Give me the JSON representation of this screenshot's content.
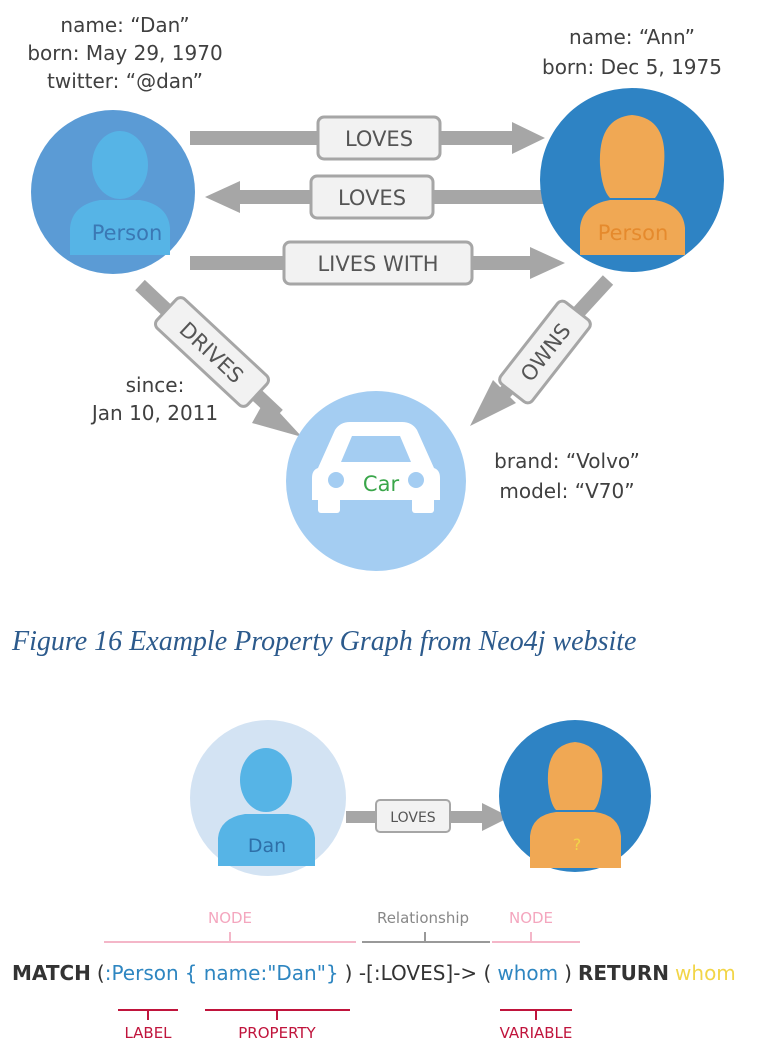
{
  "graph": {
    "dan": {
      "label": "Person",
      "props": [
        "name: “Dan”",
        "born: May 29, 1970",
        "twitter: “@dan”"
      ]
    },
    "ann": {
      "label": "Person",
      "props": [
        "name: “Ann”",
        "born:  Dec 5, 1975"
      ]
    },
    "car": {
      "label": "Car",
      "props": [
        "brand: “Volvo”",
        "model: “V70”"
      ]
    },
    "edges": {
      "loves1": "LOVES",
      "loves2": "LOVES",
      "lives_with": "LIVES WITH",
      "drives": "DRIVES",
      "owns": "OWNS"
    },
    "drives_props": [
      "since:",
      "Jan 10, 2011"
    ]
  },
  "caption": "Figure 16 Example Property Graph from Neo4j website",
  "query_diagram": {
    "dan_label": "Dan",
    "whom_label": "?",
    "edge_label": "LOVES",
    "bracket_node_1": "NODE",
    "bracket_relationship": "Relationship",
    "bracket_node_2": "NODE",
    "query": {
      "match": "MATCH",
      "part1": "(",
      "label_part": ":Person",
      "property_part": "{ name:\"Dan\"}",
      "part2": ") -[:LOVES]-> (",
      "variable": "whom",
      "part3": ")",
      "return_kw": "RETURN",
      "return_var": "whom"
    },
    "label_tag": "LABEL",
    "property_tag": "PROPERTY",
    "variable_tag": "VARIABLE"
  },
  "colors": {
    "dan_circle": "#5b9bd5",
    "dan_person": "#56b4e6",
    "ann_circle": "#2e83c4",
    "ann_person": "#f0a854",
    "car_circle": "#a4cdf2",
    "arrow": "#a6a6a6",
    "label_box_fill": "#f2f2f2",
    "bracket_pink": "#f4b6c8",
    "tag_red": "#c0143c",
    "caption": "#2c5a8c",
    "query_blue": "#2e86c1",
    "query_yellow": "#f2d548"
  }
}
